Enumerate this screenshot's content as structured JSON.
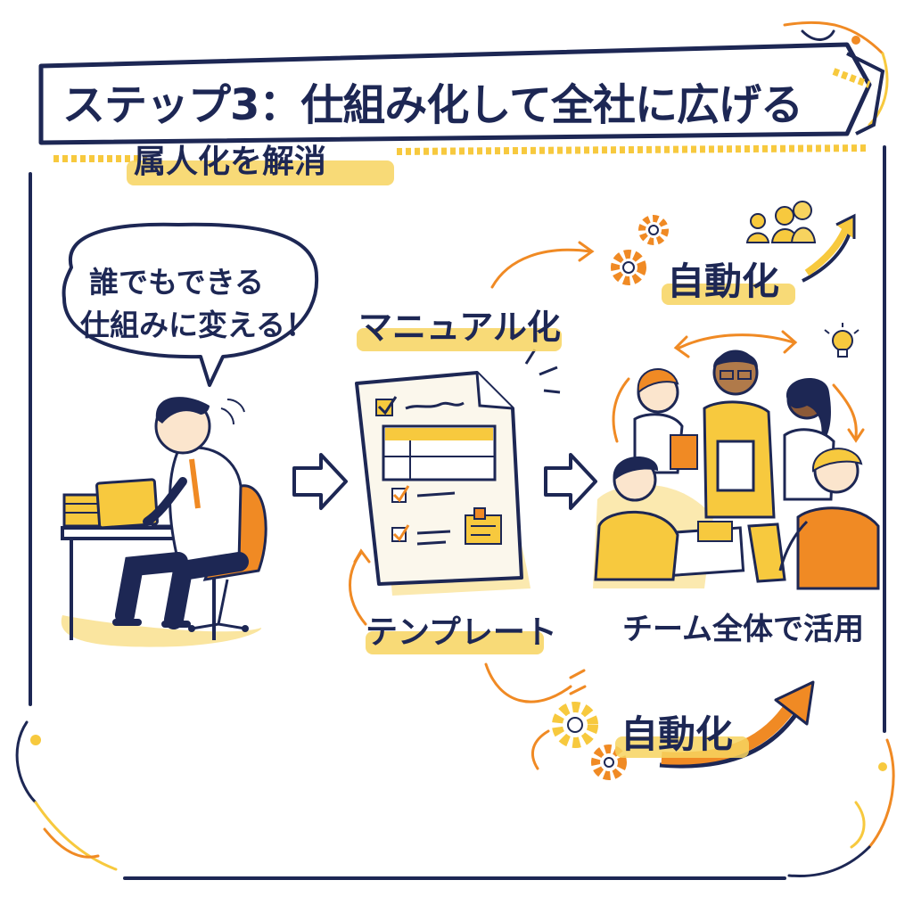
{
  "title": "ステップ3：仕組み化して全社に広げる",
  "subtitle": "属人化を解消",
  "speech_bubble": {
    "line1": "誰でもできる",
    "line2": "仕組みに変える！"
  },
  "labels": {
    "manual": "マニュアル化",
    "template": "テンプレート",
    "automation_top": "自動化",
    "automation_bottom": "自動化",
    "team": "チーム全体で活用"
  },
  "colors": {
    "navy": "#1d2754",
    "yellow": "#f7c93e",
    "orange": "#f08a24",
    "paper": "#fbf7ec"
  },
  "icons": [
    "gear-icon",
    "people-icon",
    "lightbulb-icon",
    "checkbox-icon",
    "arrow-right-icon",
    "growth-arrow-icon"
  ]
}
